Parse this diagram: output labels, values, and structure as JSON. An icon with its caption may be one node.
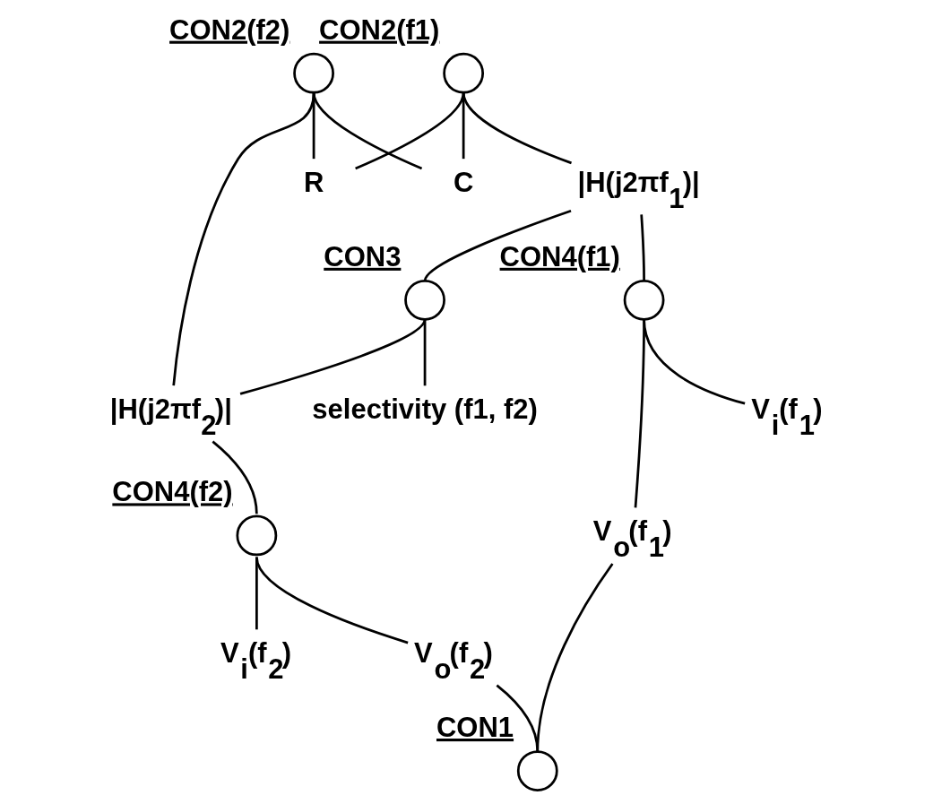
{
  "diagram": {
    "nodes": [
      {
        "text": [],
        "shape": "circle",
        "beside": [
          "CON2(f1)"
        ]
      },
      {
        "text": [],
        "shape": "circle",
        "beside": [
          "CON2(f2)"
        ]
      },
      {
        "text": [
          "R"
        ]
      },
      {
        "text": [
          "C"
        ]
      },
      {
        "text": [
          "|H(j2πf$_{1}$)|"
        ]
      },
      {
        "text": [],
        "shape": "circle",
        "beside": [
          "CON3"
        ]
      },
      {
        "text": [
          "|H(j2πf$_{2}$)|"
        ]
      },
      {
        "text": [
          "selectivity (f1, f2)"
        ]
      },
      {
        "text": [],
        "shape": "circle",
        "beside": [
          "CON4(f1)"
        ]
      },
      {
        "text": [
          "V$_{i}$(f$_{1}$)"
        ]
      },
      {
        "text": [
          "V$_{i}$(f$_{2}$)"
        ]
      },
      {
        "text": [],
        "shape": "circle",
        "beside": [
          "CON4(f2)"
        ]
      },
      {
        "text": [
          "V$_{o}$(f$_{1}$)"
        ]
      },
      {
        "text": [
          "V$_{o}$(f$_{2}$)"
        ]
      },
      {
        "text": [],
        "shape": "circle",
        "beside": [
          "CON1"
        ]
      }
    ],
    "edges": [
      {
        "from": 0,
        "to": 2,
        "arrow": "none"
      },
      {
        "from": 0,
        "to": 3,
        "arrow": "none"
      },
      {
        "from": 0,
        "to": 4,
        "arrow": "none"
      },
      {
        "from": 1,
        "to": 2,
        "arrow": "none"
      },
      {
        "from": 1,
        "to": 3,
        "arrow": "none"
      },
      {
        "from": 1,
        "to": 6,
        "arrow": "none"
      },
      {
        "from": 4,
        "to": 5,
        "arrow": "none"
      },
      {
        "from": 5,
        "to": 6,
        "arrow": "none"
      },
      {
        "from": 5,
        "to": 7,
        "arrow": "none"
      },
      {
        "from": 4,
        "to": 8,
        "arrow": "none"
      },
      {
        "from": 8,
        "to": 9,
        "arrow": "none"
      },
      {
        "from": 8,
        "to": 12,
        "arrow": "none"
      },
      {
        "from": 6,
        "to": 11,
        "arrow": "none"
      },
      {
        "from": 11,
        "to": 10,
        "arrow": "none"
      },
      {
        "from": 11,
        "to": 13,
        "arrow": "none"
      },
      {
        "from": 12,
        "to": 14,
        "arrow": "none"
      },
      {
        "from": 13,
        "to": 14,
        "arrow": "none"
      }
    ]
  }
}
